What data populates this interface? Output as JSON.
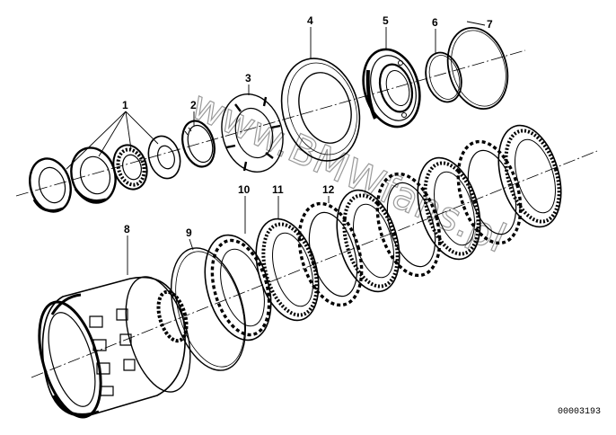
{
  "diagram": {
    "callouts": [
      "1",
      "2",
      "3",
      "4",
      "5",
      "6",
      "7",
      "8",
      "9",
      "10",
      "11",
      "12"
    ],
    "part_code": "00003193",
    "watermark": "www.BMWfans.pl"
  },
  "colors": {
    "ink": "#000000",
    "watermark": "#9a9a9a",
    "background": "#ffffff"
  }
}
